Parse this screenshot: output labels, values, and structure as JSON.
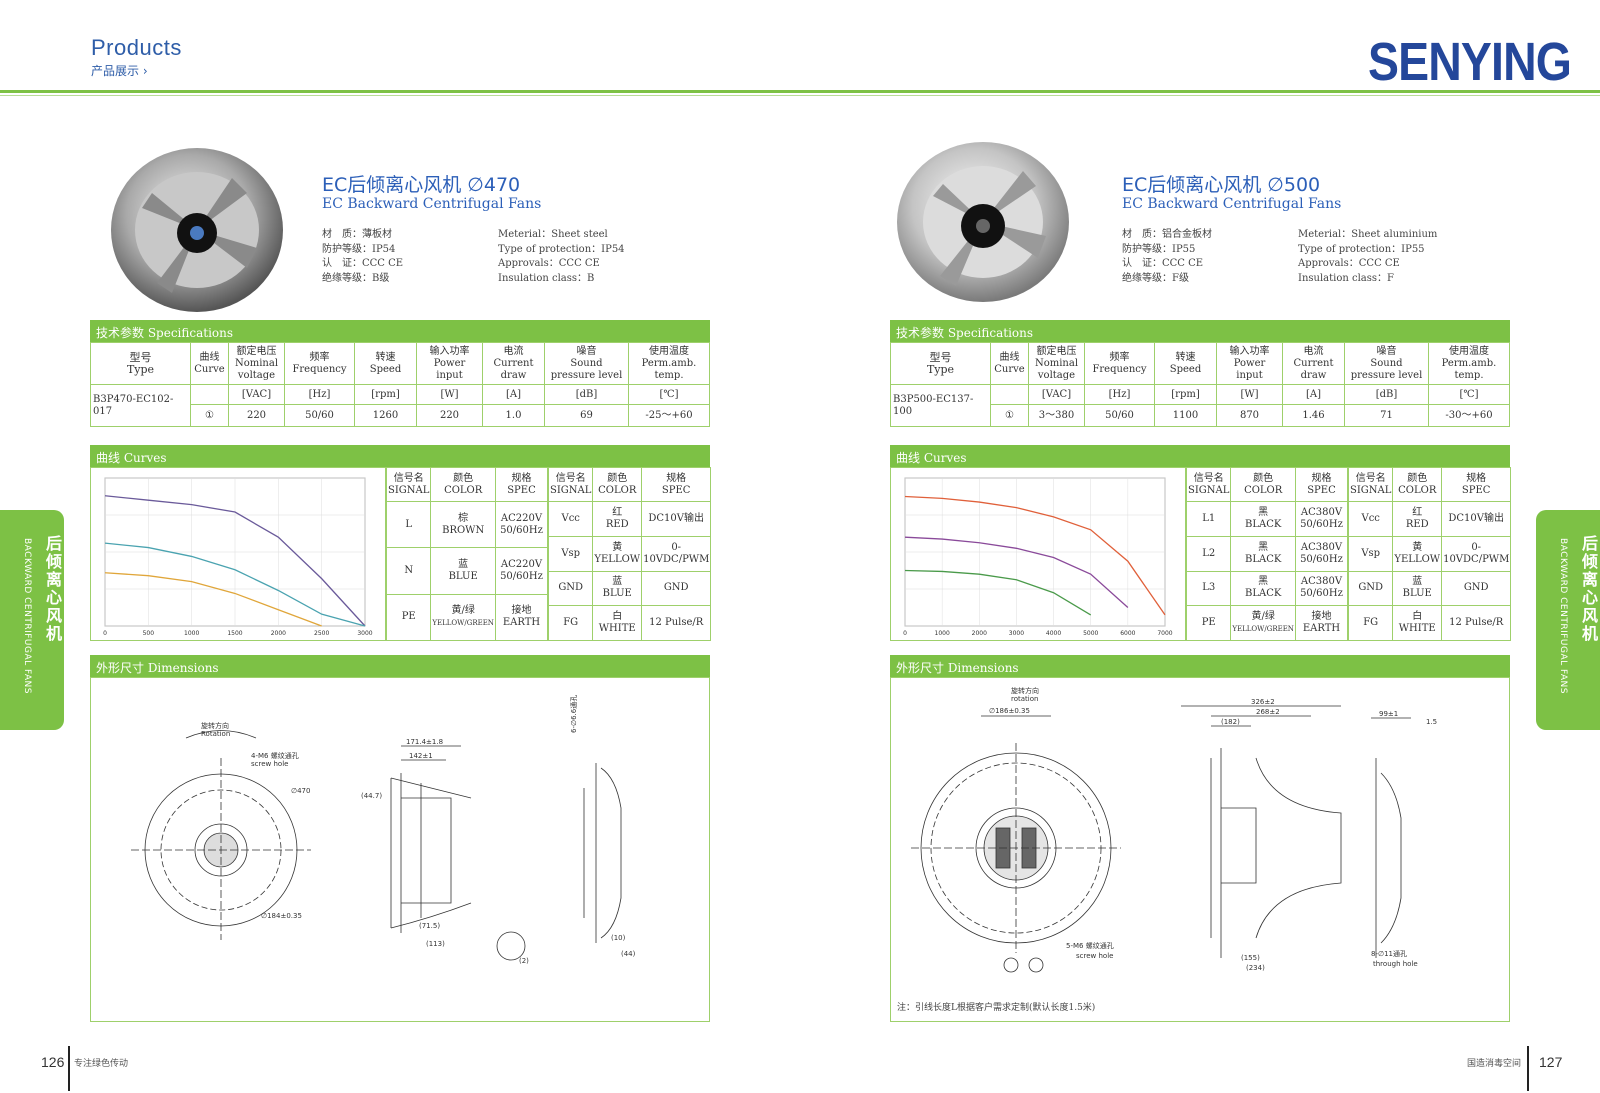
{
  "header": {
    "title": "Products",
    "subtitle": "产品展示 ›",
    "brand": "SENYING"
  },
  "side": {
    "cn": "后倾离心风机",
    "en": "BACKWARD CENTRIFUGAL FANS"
  },
  "footer": {
    "left_page": "126",
    "left_text": "专注绿色传动",
    "right_page": "127",
    "right_text": "国造消毒空间"
  },
  "left": {
    "title": "EC后倾离心风机 ∅470",
    "subtitle": "EC Backward Centrifugal Fans",
    "props_cn": [
      "材　质：薄板材",
      "防护等级：IP54",
      "认　证：CCC CE",
      "绝缘等级：B级"
    ],
    "props_en": [
      "Meterial：Sheet steel",
      "Type of protection：IP54",
      "Approvals：CCC CE",
      "Insulation class：B"
    ],
    "spec_bar": "技术参数 Specifications",
    "curve_bar": "曲线 Curves",
    "dim_bar": "外形尺寸 Dimensions",
    "row": {
      "type": "B3P470-EC102-017",
      "curve": "①",
      "voltage": "220",
      "freq": "50/60",
      "speed": "1260",
      "power": "220",
      "current": "1.0",
      "noise": "69",
      "temp": "-25～+60"
    },
    "signals": [
      {
        "sig": "L",
        "color_cn": "棕",
        "color_en": "BROWN",
        "spec": "AC220V 50/60Hz"
      },
      {
        "sig": "N",
        "color_cn": "蓝",
        "color_en": "BLUE",
        "spec": "AC220V 50/60Hz"
      },
      {
        "sig": "PE",
        "color_cn": "黄/绿",
        "color_en": "YELLOW/GREEN",
        "spec": "接地 EARTH"
      }
    ],
    "signals2": [
      {
        "sig": "Vcc",
        "color_cn": "红",
        "color_en": "RED",
        "spec": "DC10V输出"
      },
      {
        "sig": "Vsp",
        "color_cn": "黄",
        "color_en": "YELLOW",
        "spec": "0-10VDC/PWM"
      },
      {
        "sig": "GND",
        "color_cn": "蓝",
        "color_en": "BLUE",
        "spec": "GND"
      },
      {
        "sig": "FG",
        "color_cn": "白",
        "color_en": "WHITE",
        "spec": "12 Pulse/R"
      }
    ]
  },
  "right": {
    "title": "EC后倾离心风机 ∅500",
    "subtitle": "EC Backward Centrifugal Fans",
    "props_cn": [
      "材　质：铝合金板材",
      "防护等级：IP55",
      "认　证：CCC CE",
      "绝缘等级：F级"
    ],
    "props_en": [
      "Meterial：Sheet aluminium",
      "Type of protection：IP55",
      "Approvals：CCC CE",
      "Insulation class：F"
    ],
    "spec_bar": "技术参数 Specifications",
    "curve_bar": "曲线 Curves",
    "dim_bar": "外形尺寸 Dimensions",
    "row": {
      "type": "B3P500-EC137-100",
      "curve": "①",
      "voltage": "3～380",
      "freq": "50/60",
      "speed": "1100",
      "power": "870",
      "current": "1.46",
      "noise": "71",
      "temp": "-30～+60"
    },
    "signals": [
      {
        "sig": "L1",
        "color_cn": "黑",
        "color_en": "BLACK",
        "spec": "AC380V 50/60Hz"
      },
      {
        "sig": "L2",
        "color_cn": "黑",
        "color_en": "BLACK",
        "spec": "AC380V 50/60Hz"
      },
      {
        "sig": "L3",
        "color_cn": "黑",
        "color_en": "BLACK",
        "spec": "AC380V 50/60Hz"
      },
      {
        "sig": "PE",
        "color_cn": "黄/绿",
        "color_en": "YELLOW/GREEN",
        "spec": "接地 EARTH"
      }
    ],
    "signals2": [
      {
        "sig": "Vcc",
        "color_cn": "红",
        "color_en": "RED",
        "spec": "DC10V输出"
      },
      {
        "sig": "Vsp",
        "color_cn": "黄",
        "color_en": "YELLOW",
        "spec": "0-10VDC/PWM"
      },
      {
        "sig": "GND",
        "color_cn": "蓝",
        "color_en": "BLUE",
        "spec": "GND"
      },
      {
        "sig": "FG",
        "color_cn": "白",
        "color_en": "WHITE",
        "spec": "12 Pulse/R"
      }
    ],
    "note": "注：引线长度L根据客户需求定制(默认长度1.5米)"
  },
  "spec_headers": {
    "type_cn": "型号",
    "type_en": "Type",
    "curve_cn": "曲线",
    "curve_en": "Curve",
    "volt_cn": "额定电压",
    "volt_en": "Nominal voltage",
    "freq_cn": "频率",
    "freq_en": "Frequency",
    "speed_cn": "转速",
    "speed_en": "Speed",
    "power_cn": "输入功率",
    "power_en": "Power input",
    "cur_cn": "电流",
    "cur_en": "Current draw",
    "noise_cn": "噪音",
    "noise_en": "Sound pressure level",
    "temp_cn": "使用温度",
    "temp_en": "Perm.amb. temp.",
    "units": [
      "[VAC]",
      "[Hz]",
      "[rpm]",
      "[W]",
      "[A]",
      "[dB]",
      "[℃]"
    ]
  },
  "sig_headers": {
    "sig_cn": "信号名",
    "sig_en": "SIGNAL",
    "col_cn": "颜色",
    "col_en": "COLOR",
    "spec_cn": "规格",
    "spec_en": "SPEC"
  },
  "dims_left": [
    "171.4±1.8",
    "142±1",
    "(44.7)",
    "(71.5)",
    "(113)",
    "(2)",
    "(10)",
    "(44)",
    "旋转方向",
    "Rotation",
    "4-M6 螺纹通孔",
    "screw hole",
    "∅470",
    "∅184±0.35",
    "6-∅6.6通孔"
  ],
  "dims_right": [
    "326±2",
    "268±2",
    "(182)",
    "99±1",
    "1.5",
    "∅186±0.35",
    "(155)",
    "(234)",
    "5-M6 螺纹通孔",
    "screw hole",
    "8-∅11通孔",
    "through hole",
    "旋转方向",
    "rotation"
  ],
  "chart_data": [
    {
      "type": "line",
      "title": "",
      "x": [
        0,
        500,
        1000,
        1500,
        2000,
        2500,
        3000
      ],
      "ylim": [
        0,
        500
      ],
      "series": [
        {
          "name": "",
          "color": "#6a5a9a",
          "values": [
            440,
            425,
            410,
            385,
            300,
            160,
            0
          ]
        },
        {
          "name": "",
          "color": "#4aa3b0",
          "values": [
            280,
            265,
            235,
            190,
            120,
            40,
            0
          ]
        },
        {
          "name": "",
          "color": "#e0a63a",
          "values": [
            180,
            170,
            150,
            110,
            55,
            0,
            null
          ]
        }
      ]
    },
    {
      "type": "line",
      "title": "",
      "x": [
        0,
        1000,
        2000,
        3000,
        4000,
        5000,
        6000,
        7000
      ],
      "ylim": [
        0,
        800
      ],
      "series": [
        {
          "name": "",
          "color": "#e0603a",
          "values": [
            700,
            690,
            670,
            640,
            590,
            520,
            350,
            60
          ]
        },
        {
          "name": "",
          "color": "#8a4a9a",
          "values": [
            480,
            470,
            450,
            420,
            370,
            280,
            100,
            null
          ]
        },
        {
          "name": "",
          "color": "#4a9a4a",
          "values": [
            300,
            295,
            280,
            250,
            180,
            60,
            null,
            null
          ]
        }
      ]
    }
  ]
}
